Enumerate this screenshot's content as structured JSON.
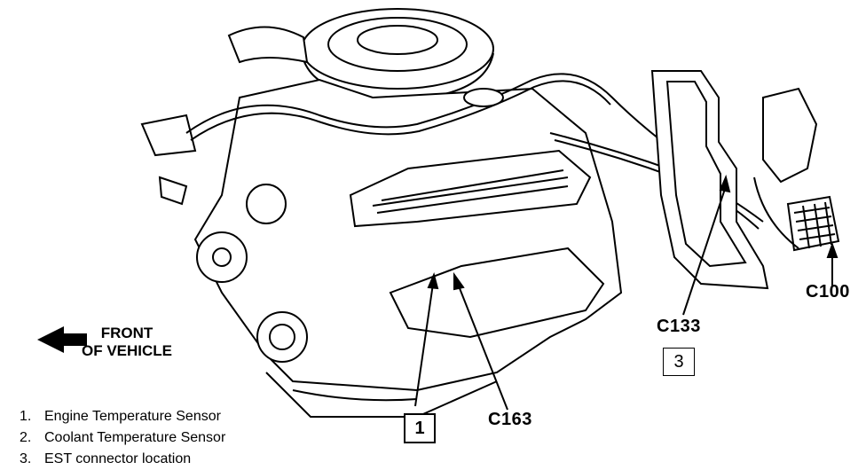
{
  "callouts": {
    "c100": "C100",
    "c133": "C133",
    "c163": "C163"
  },
  "boxes": {
    "one": "1",
    "three": "3"
  },
  "front": {
    "line1": "FRONT",
    "line2": "OF VEHICLE"
  },
  "legend": [
    {
      "num": "1.",
      "text": "Engine Temperature Sensor"
    },
    {
      "num": "2.",
      "text": "Coolant Temperature Sensor"
    },
    {
      "num": "3.",
      "text": "EST connector location"
    }
  ],
  "icons": [
    "front-arrow-icon"
  ]
}
